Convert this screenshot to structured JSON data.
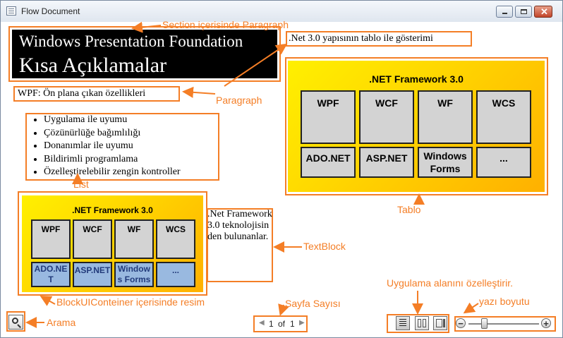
{
  "window": {
    "title": "Flow Document"
  },
  "section": {
    "line1": "Windows Presentation Foundation",
    "line2": "Kısa Açıklamalar"
  },
  "paragraph_wpf": "WPF: Ön plana çıkan özellikleri",
  "paragraph_net": ".Net 3.0 yapısının tablo ile gösterimi",
  "list_items": [
    "Uygulama ile uyumu",
    "Çözünürlüğe bağımlılığı",
    "Donanımlar ile uyumu",
    "Bildirimli programlama",
    "Özelleştirelebilir zengin kontroller"
  ],
  "table": {
    "title": ".NET Framework 3.0",
    "row1": [
      "WPF",
      "WCF",
      "WF",
      "WCS"
    ],
    "row2": [
      "ADO.NET",
      "ASP.NET",
      "Windows Forms",
      "..."
    ]
  },
  "image": {
    "title": ".NET Framework 3.0",
    "row1": [
      "WPF",
      "WCF",
      "WF",
      "WCS"
    ],
    "row2": [
      "ADO.NE T",
      "ASP.NET",
      "Window s Forms",
      "..."
    ]
  },
  "textblock": ".Net Framework 3.0 teknolojisinden bulunanlar.",
  "pager": {
    "current": "1",
    "of": "of",
    "total": "1"
  },
  "annotations": {
    "section_paragraph": "Section içerisinde Paragraph",
    "paragraph": "Paragraph",
    "list": "List",
    "tablo": "Tablo",
    "textblock": "TextBlock",
    "blockui": "BlockUIConteiner içerisinde resim",
    "sayfa": "Sayfa Sayısı",
    "uygulama": "Uygulama alanını özelleştirir.",
    "yazi": "yazı boyutu",
    "arama": "Arama"
  },
  "colors": {
    "annotation": "#f47e26",
    "table_yellow": "#ffd800",
    "blue_cell": "#99b9e0"
  },
  "icons": {
    "search": "magnifier-icon",
    "page_single": "single-page-icon",
    "page_two": "two-page-icon",
    "scroll": "scroll-view-icon",
    "zoom_out": "minus-icon",
    "zoom_in": "plus-icon"
  }
}
